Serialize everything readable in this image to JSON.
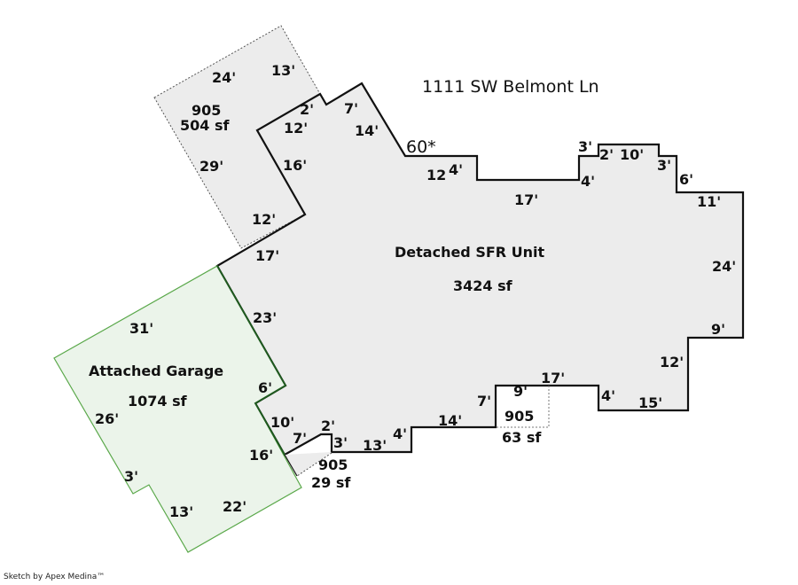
{
  "address": "1111 SW Belmont Ln",
  "angle_label": "60*",
  "credit": "Sketch by Apex Medina™",
  "colors": {
    "main_fill": "#ececec",
    "garage_fill": "#ebf4ea",
    "garage_stroke": "#5aa84a",
    "shared_edge": "#1f5a1f"
  },
  "areas": {
    "main": {
      "name": "Detached SFR Unit",
      "area": "3424 sf"
    },
    "garage": {
      "name": "Attached Garage",
      "area": "1074 sf"
    },
    "addition_top": {
      "code": "905",
      "area": "504 sf"
    },
    "addition_small": {
      "code": "905",
      "area": "29 sf"
    },
    "addition_right": {
      "code": "905",
      "area": "63 sf"
    }
  },
  "dimensions": {
    "top_addition": [
      "24'",
      "13'",
      "2'",
      "12'",
      "29'",
      "16'",
      "12'"
    ],
    "main": [
      "7'",
      "14'",
      "12",
      "4'",
      "17'",
      "4'",
      "3'",
      "2'",
      "10'",
      "3'",
      "6'",
      "11'",
      "24'",
      "9'",
      "12'",
      "15'",
      "4'",
      "17'",
      "9'",
      "7'",
      "14'",
      "4'",
      "13'",
      "3'",
      "2'",
      "7'",
      "10'",
      "17'",
      "23'"
    ],
    "garage": [
      "31'",
      "26'",
      "3'",
      "13'",
      "22'",
      "16'",
      "6'"
    ]
  }
}
